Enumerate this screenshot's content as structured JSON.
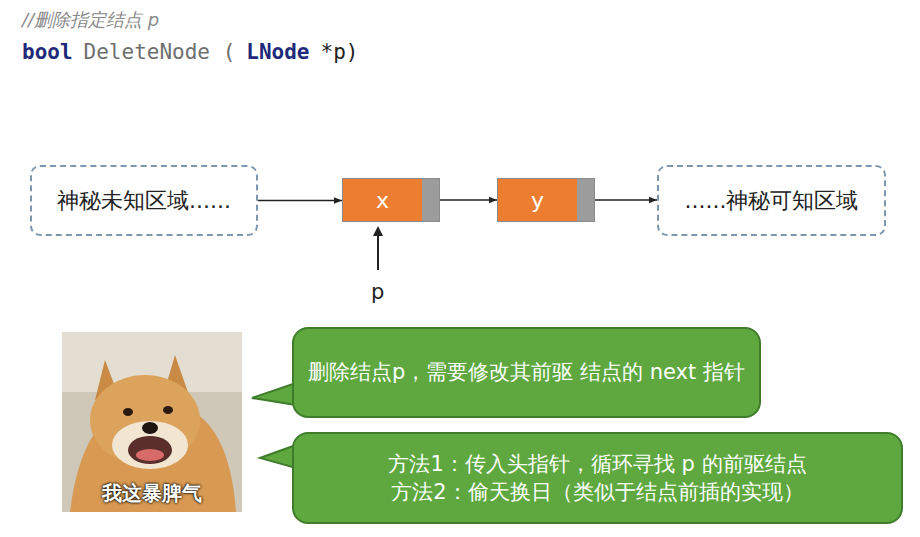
{
  "diagram": {
    "nodes": [
      {
        "text": [
          "神秘未知区域......"
        ]
      },
      {
        "text": [
          "x"
        ]
      },
      {
        "text": [
          "y"
        ]
      },
      {
        "text": [
          "......神秘可知区域"
        ]
      },
      {
        "text": [
          "删除结点p，需要修改其前驱 结点的 next 指针"
        ]
      },
      {
        "text": [
          "方法1：传入头指针，循环寻找 p 的前驱结点",
          "方法2：偷天换日（类似于结点前插的实现）"
        ]
      }
    ],
    "edges": [
      {
        "from": 0,
        "to": 1,
        "arrow": "to"
      },
      {
        "from": 1,
        "to": 2,
        "arrow": "to"
      },
      {
        "from": 2,
        "to": 3,
        "arrow": "to"
      }
    ],
    "labels": [
      "//删除指定结点 p",
      "bool",
      "DeleteNode (",
      "LNode",
      "*p)",
      "p",
      "我这暴脾气"
    ]
  }
}
